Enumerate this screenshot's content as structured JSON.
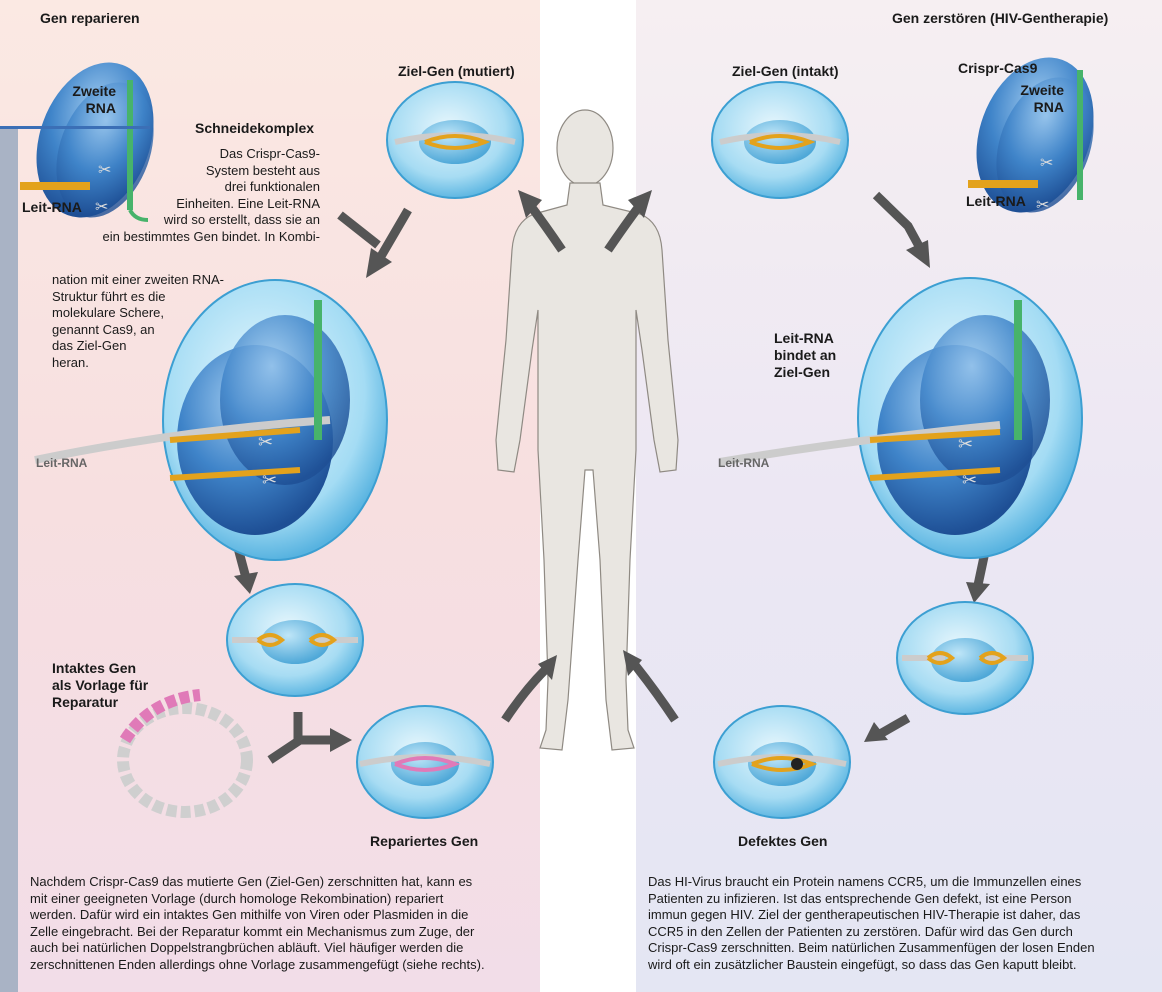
{
  "headings": {
    "left": "Gen reparieren",
    "right": "Gen zerstören (HIV-Gentherapie)"
  },
  "labels": {
    "zweite_rna_left_1": "Zweite",
    "zweite_rna_left_2": "RNA",
    "leit_rna_left": "Leit-RNA",
    "ziel_gen_mutiert": "Ziel-Gen (mutiert)",
    "ziel_gen_intakt": "Ziel-Gen (intakt)",
    "crispr_cas9": "Crispr-Cas9",
    "zweite_rna_right_1": "Zweite",
    "zweite_rna_right_2": "RNA",
    "leit_rna_right": "Leit-RNA",
    "leit_rna_bindet_1": "Leit-RNA",
    "leit_rna_bindet_2": "bindet an",
    "leit_rna_bindet_3": "Ziel-Gen",
    "intaktes_gen_1": "Intaktes Gen",
    "intaktes_gen_2": "als Vorlage für",
    "intaktes_gen_3": "Reparatur",
    "repariertes_gen": "Repariertes Gen",
    "defektes_gen": "Defektes Gen",
    "dna_end": "Leit-RNA"
  },
  "schneidekomplex": {
    "title": "Schneidekomplex",
    "lines": [
      "Das Crispr-Cas9-",
      "System besteht aus",
      "drei funktionalen",
      "Einheiten. Eine Leit-RNA",
      "wird so erstellt, dass sie an",
      "ein bestimmtes Gen bindet. In Kombi-",
      "nation mit einer zweiten RNA-",
      "Struktur führt es die",
      "molekulare Schere,",
      "genannt Cas9, an",
      "das Ziel-Gen",
      "heran."
    ]
  },
  "captions": {
    "left": [
      "Nachdem Crispr-Cas9 das mutierte Gen (Ziel-Gen) zerschnitten hat, kann es",
      "mit einer geeigneten Vorlage (durch homologe Rekombination) repariert",
      "werden. Dafür wird ein intaktes Gen mithilfe von Viren oder Plasmiden in die",
      "Zelle eingebracht. Bei der Reparatur kommt ein Mechanismus zum Zuge, der",
      "auch bei natürlichen Doppelstrangbrüchen abläuft. Viel häufiger werden die",
      "zerschnittenen Enden allerdings ohne Vorlage zusammengefügt (siehe rechts)."
    ],
    "right": [
      "Das HI-Virus braucht ein Protein namens CCR5, um die Immunzellen eines",
      "Patienten zu infizieren. Ist das entsprechende Gen defekt, ist eine Person",
      "immun gegen HIV. Ziel der gentherapeutischen HIV-Therapie ist daher, das",
      "CCR5 in den Zellen der Patienten zu zerstören. Dafür wird das Gen durch",
      "Crispr-Cas9 zerschnitten. Beim natürlichen Zusammenfügen der losen Enden",
      "wird oft ein zusätzlicher Baustein eingefügt, so dass das Gen kaputt bleibt."
    ]
  },
  "colors": {
    "cell": "#8fd0ee",
    "cas9": "#2f6fb8",
    "dna_gold": "#e3a21c",
    "dna_pink": "#e07ab8",
    "rna_green": "#47b36b",
    "arrow": "#555555",
    "body": "#e9e6e1"
  }
}
